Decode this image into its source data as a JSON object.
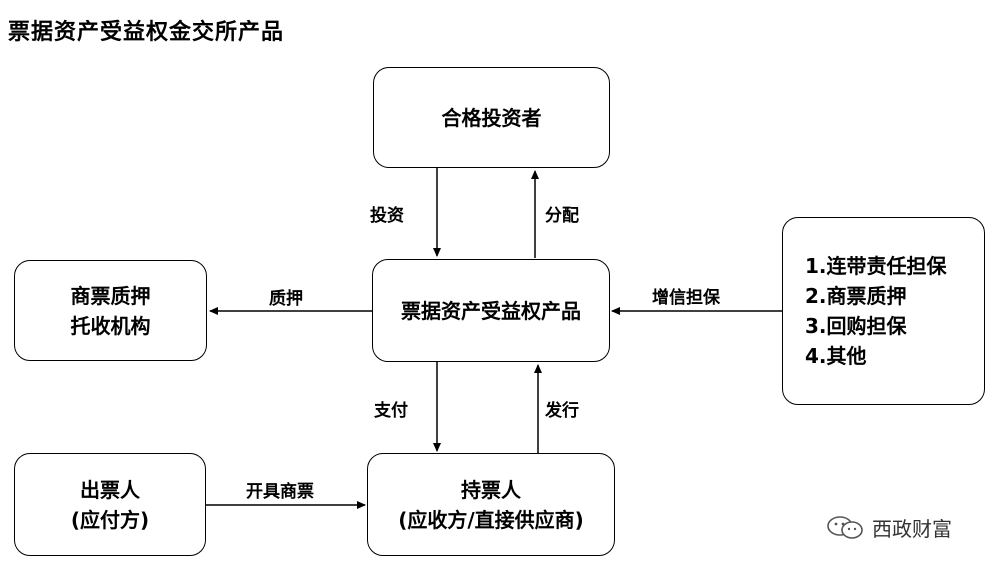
{
  "title": "票据资产受益权金交所产品",
  "nodes": {
    "investor": {
      "lines": [
        "合格投资者"
      ]
    },
    "product": {
      "lines": [
        "票据资产受益权产品"
      ]
    },
    "custodian": {
      "lines": [
        "商票质押",
        "托收机构"
      ]
    },
    "credit_enhancement": {
      "lines": [
        "1.连带责任担保",
        "2.商票质押",
        "3.回购担保",
        "4.其他"
      ]
    },
    "drawer": {
      "lines": [
        "出票人",
        "(应付方)"
      ]
    },
    "holder": {
      "lines": [
        "持票人",
        "(应收方/直接供应商)"
      ]
    }
  },
  "edges": {
    "invest": "投资",
    "distribute": "分配",
    "pledge": "质押",
    "credit": "增信担保",
    "pay": "支付",
    "issue": "发行",
    "bill": "开具商票"
  },
  "watermark": {
    "text": "西政财富",
    "icon": "wechat-icon"
  }
}
